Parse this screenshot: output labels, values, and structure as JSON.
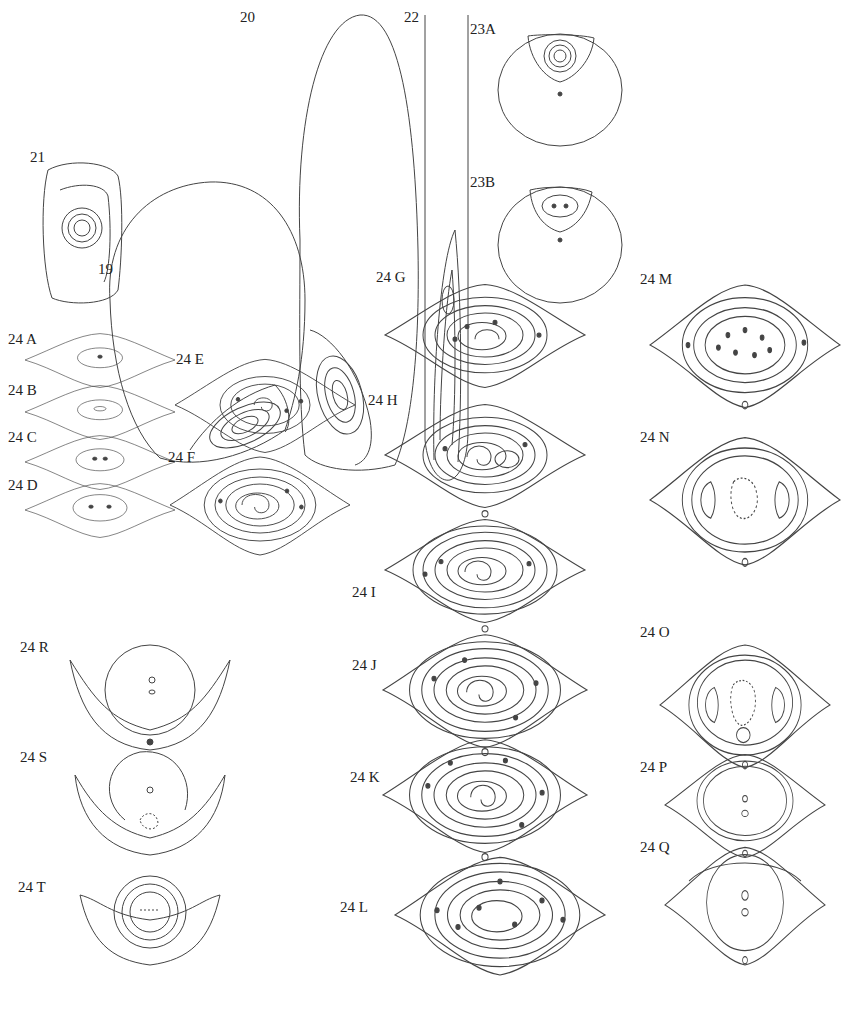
{
  "diagram": {
    "labels": [
      "19",
      "20",
      "21",
      "22",
      "23A",
      "23B",
      "24 A",
      "24 B",
      "24 C",
      "24 D",
      "24 E",
      "24 F",
      "24 G",
      "24 H",
      "24 I",
      "24 J",
      "24 K",
      "24 L",
      "24 M",
      "24 N",
      "24 O",
      "24 P",
      "24 Q",
      "24 R",
      "24 S",
      "24 T"
    ]
  }
}
